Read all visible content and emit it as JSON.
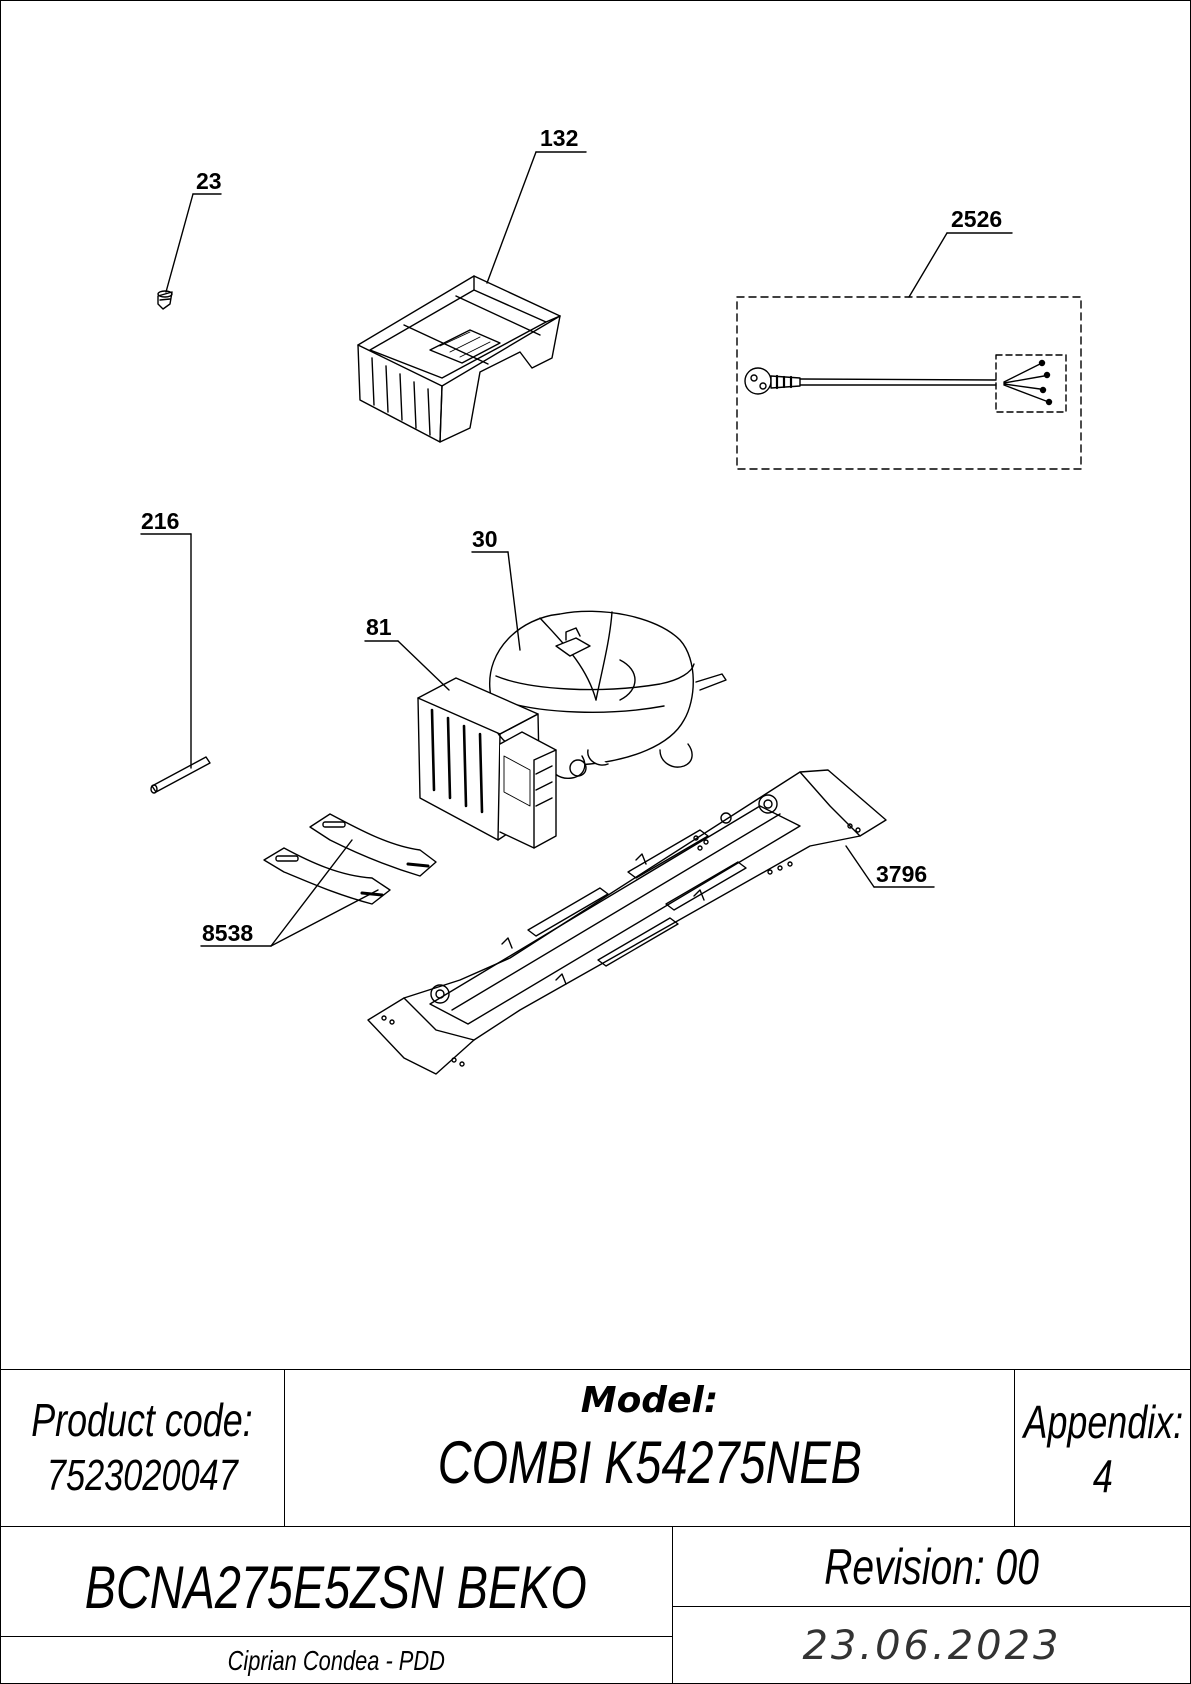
{
  "callouts": {
    "p23": "23",
    "p132": "132",
    "p2526": "2526",
    "p216": "216",
    "p30": "30",
    "p81": "81",
    "p3796": "3796",
    "p8538": "8538"
  },
  "title_block": {
    "product_code_label": "Product code:",
    "product_code_value": "7523020047",
    "model_label": "Model:",
    "model_value": "COMBI K54275NEB",
    "appendix_label": "Appendix:",
    "appendix_value": "4",
    "product_name": "BCNA275E5ZSN BEKO",
    "revision": "Revision: 00",
    "author": "Ciprian Condea - PDD",
    "date": "23.06.2023"
  }
}
